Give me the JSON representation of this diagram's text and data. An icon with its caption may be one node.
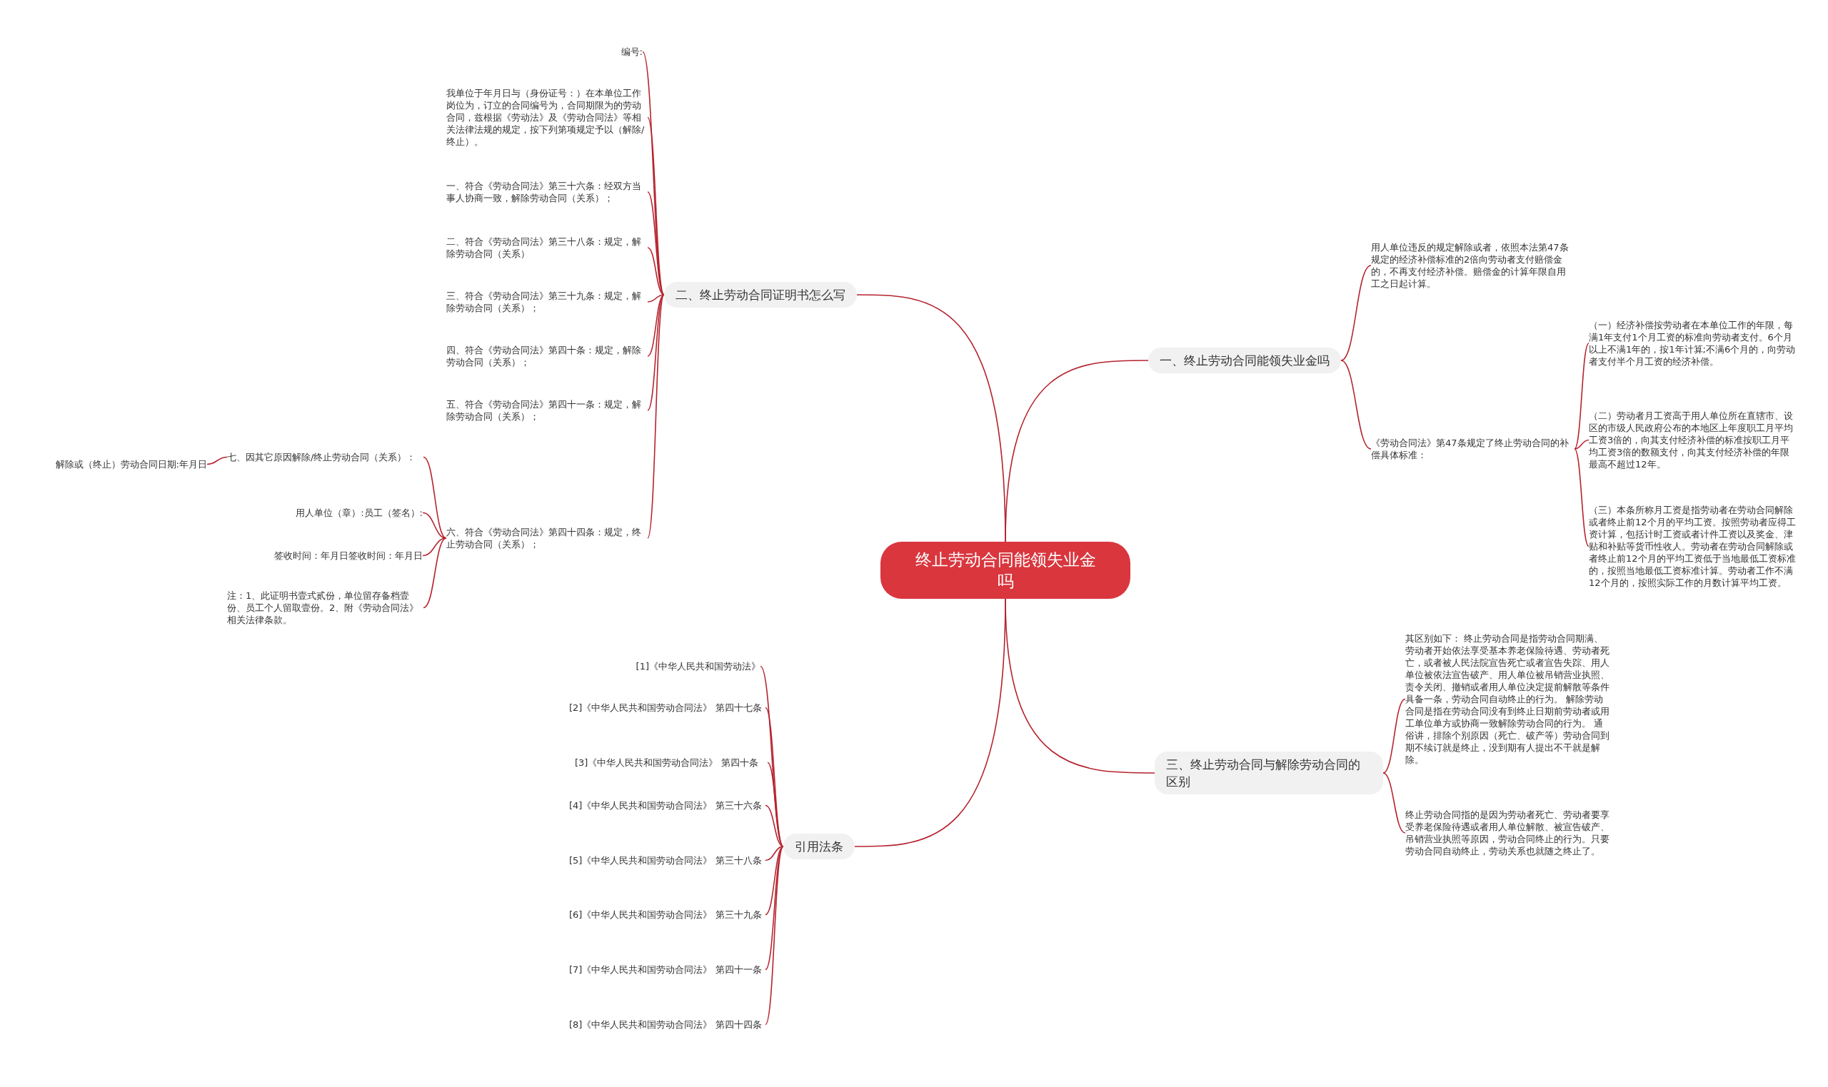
{
  "diagram": {
    "nodes": [
      {
        "text": [
          "终止劳动合同能领失业金吗"
        ]
      },
      {
        "text": [
          "一、终止劳动合同能领失业金吗"
        ]
      },
      {
        "text": [
          "用人单位违反的规定解除或者，依照本法第47条规定的经济补偿标准的2倍向劳动者支付赔偿金的，不再支付经济补偿。赔偿金的计算年限自用工之日起计算。"
        ]
      },
      {
        "text": [
          "《劳动合同法》第47条规定了终止劳动合同的补偿具体标准："
        ]
      },
      {
        "text": [
          "（一）经济补偿按劳动者在本单位工作的年限，每满1年支付1个月工资的标准向劳动者支付。6个月以上不满1年的，按1年计算;不满6个月的，向劳动者支付半个月工资的经济补偿。"
        ]
      },
      {
        "text": [
          "（二）劳动者月工资高于用人单位所在直辖市、设区的市级人民政府公布的本地区上年度职工月平均工资3倍的，向其支付经济补偿的标准按职工月平均工资3倍的数额支付，向其支付经济补偿的年限最高不超过12年。"
        ]
      },
      {
        "text": [
          "（三）本条所称月工资是指劳动者在劳动合同解除或者终止前12个月的平均工资。按照劳动者应得工资计算，包括计时工资或者计件工资以及奖金、津贴和补贴等货币性收人。劳动者在劳动合同解除或者终止前12个月的平均工资低于当地最低工资标准的，按照当地最低工资标准计算。劳动者工作不满12个月的，按照实际工作的月数计算平均工资。"
        ]
      },
      {
        "text": [
          "三、终止劳动合同与解除劳动合同的区别"
        ]
      },
      {
        "text": [
          "其区别如下： 终止劳动合同是指劳动合同期满、劳动者开始依法享受基本养老保险待遇、劳动者死亡，或者被人民法院宣告死亡或者宣告失踪、用人单位被依法宣告破产、用人单位被吊销营业执照、责令关闭、撤销或者用人单位决定提前解散等条件具备一条，劳动合同自动终止的行为。 解除劳动合同是指在劳动合同没有到终止日期前劳动者或用工单位单方或协商一致解除劳动合同的行为。 通俗讲，排除个别原因（死亡、破产等）劳动合同到期不续订就是终止，没到期有人提出不干就是解除。"
        ]
      },
      {
        "text": [
          "终止劳动合同指的是因为劳动者死亡、劳动者要享受养老保险待遇或者用人单位解散、被宣告破产、吊销营业执照等原因，劳动合同终止的行为。只要劳动合同自动终止，劳动关系也就随之终止了。"
        ]
      },
      {
        "text": [
          "引用法条"
        ]
      },
      {
        "text": [
          "[1]《中华人民共和国劳动法》"
        ]
      },
      {
        "text": [
          "[2]《中华人民共和国劳动合同法》 第四十七条"
        ]
      },
      {
        "text": [
          "[3]《中华人民共和国劳动合同法》 第四十条"
        ]
      },
      {
        "text": [
          "[4]《中华人民共和国劳动合同法》 第三十六条"
        ]
      },
      {
        "text": [
          "[5]《中华人民共和国劳动合同法》 第三十八条"
        ]
      },
      {
        "text": [
          "[6]《中华人民共和国劳动合同法》 第三十九条"
        ]
      },
      {
        "text": [
          "[7]《中华人民共和国劳动合同法》 第四十一条"
        ]
      },
      {
        "text": [
          "[8]《中华人民共和国劳动合同法》 第四十四条"
        ]
      },
      {
        "text": [
          "二、终止劳动合同证明书怎么写"
        ]
      },
      {
        "text": [
          "编号:"
        ]
      },
      {
        "text": [
          "我单位于年月日与（身份证号：）在本单位工作岗位为，订立的合同编号为，合同期限为的劳动合同，兹根据《劳动法》及《劳动合同法》等相关法律法规的规定，按下列第项规定予以（解除/终止）。"
        ]
      },
      {
        "text": [
          "一、符合《劳动合同法》第三十六条：经双方当事人协商一致，解除劳动合同（关系）；"
        ]
      },
      {
        "text": [
          "二、符合《劳动合同法》第三十八条：规定，解除劳动合同（关系）"
        ]
      },
      {
        "text": [
          "三、符合《劳动合同法》第三十九条：规定，解除劳动合同（关系）；"
        ]
      },
      {
        "text": [
          "四、符合《劳动合同法》第四十条：规定，解除劳动合同（关系）；"
        ]
      },
      {
        "text": [
          "五、符合《劳动合同法》第四十一条：规定，解除劳动合同（关系）；"
        ]
      },
      {
        "text": [
          "六、符合《劳动合同法》第四十四条：规定，终止劳动合同（关系）；"
        ]
      },
      {
        "text": [
          "七、因其它原因解除/终止劳动合同（关系）："
        ]
      },
      {
        "text": [
          "解除或（终止）劳动合同日期:年月日"
        ]
      },
      {
        "text": [
          "用人单位（章）:员工（签名）:"
        ]
      },
      {
        "text": [
          "签收时间：年月日签收时间：年月日"
        ]
      },
      {
        "text": [
          "注：1、此证明书壹式贰份，单位留存备档壹份、员工个人留取壹份。2、附《劳动合同法》相关法律条款。"
        ]
      }
    ],
    "edges": [
      {
        "from": 0,
        "to": 1,
        "arrow": "none"
      },
      {
        "from": 1,
        "to": 2,
        "arrow": "none"
      },
      {
        "from": 1,
        "to": 3,
        "arrow": "none"
      },
      {
        "from": 3,
        "to": 4,
        "arrow": "none"
      },
      {
        "from": 3,
        "to": 5,
        "arrow": "none"
      },
      {
        "from": 3,
        "to": 6,
        "arrow": "none"
      },
      {
        "from": 0,
        "to": 7,
        "arrow": "none"
      },
      {
        "from": 7,
        "to": 8,
        "arrow": "none"
      },
      {
        "from": 7,
        "to": 9,
        "arrow": "none"
      },
      {
        "from": 0,
        "to": 10,
        "arrow": "none"
      },
      {
        "from": 10,
        "to": 11,
        "arrow": "none"
      },
      {
        "from": 10,
        "to": 12,
        "arrow": "none"
      },
      {
        "from": 10,
        "to": 13,
        "arrow": "none"
      },
      {
        "from": 10,
        "to": 14,
        "arrow": "none"
      },
      {
        "from": 10,
        "to": 15,
        "arrow": "none"
      },
      {
        "from": 10,
        "to": 16,
        "arrow": "none"
      },
      {
        "from": 10,
        "to": 17,
        "arrow": "none"
      },
      {
        "from": 10,
        "to": 18,
        "arrow": "none"
      },
      {
        "from": 0,
        "to": 19,
        "arrow": "none"
      },
      {
        "from": 19,
        "to": 20,
        "arrow": "none"
      },
      {
        "from": 19,
        "to": 21,
        "arrow": "none"
      },
      {
        "from": 19,
        "to": 22,
        "arrow": "none"
      },
      {
        "from": 19,
        "to": 23,
        "arrow": "none"
      },
      {
        "from": 19,
        "to": 24,
        "arrow": "none"
      },
      {
        "from": 19,
        "to": 25,
        "arrow": "none"
      },
      {
        "from": 19,
        "to": 26,
        "arrow": "none"
      },
      {
        "from": 19,
        "to": 27,
        "arrow": "none"
      },
      {
        "from": 27,
        "to": 28,
        "arrow": "none"
      },
      {
        "from": 27,
        "to": 30,
        "arrow": "none"
      },
      {
        "from": 27,
        "to": 31,
        "arrow": "none"
      },
      {
        "from": 27,
        "to": 32,
        "arrow": "none"
      },
      {
        "from": 28,
        "to": 29,
        "arrow": "none"
      }
    ]
  }
}
